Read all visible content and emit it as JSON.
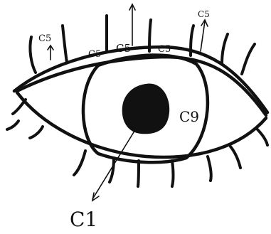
{
  "labels": {
    "c5_left": "C5",
    "c5_lid_1": "C5",
    "c5_lid_2": "C5",
    "c5_lid_3": "C5",
    "c5_top_right": "C5",
    "c9": "C9",
    "c1": "C1"
  },
  "colors": {
    "ink": "#111111",
    "background": "#ffffff"
  }
}
